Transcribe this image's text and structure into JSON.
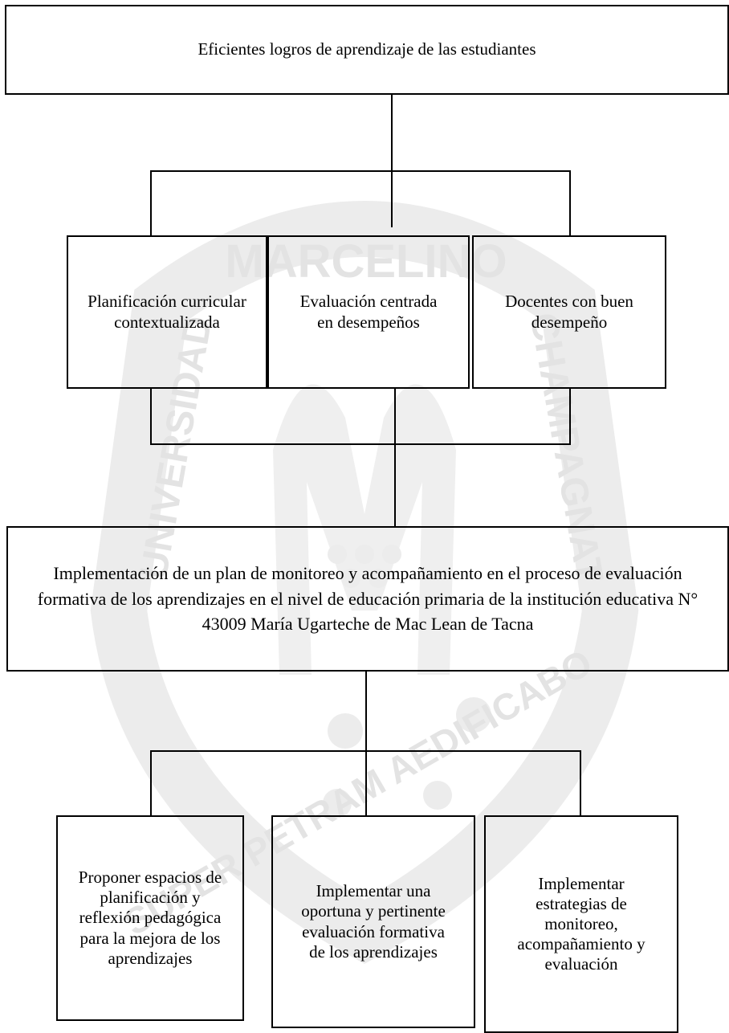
{
  "diagram": {
    "top": "Eficientes logros de aprendizaje de las estudiantes",
    "level2": [
      "Planificación curricular contextualizada",
      "Evaluación centrada en desempeños",
      "Docentes con buen desempeño"
    ],
    "center": "Implementación de un plan de monitoreo y acompañamiento en el  proceso de evaluación formativa de los aprendizajes en el nivel de educación primaria de la institución educativa N° 43009  María Ugarteche de Mac Lean de Tacna",
    "level4": [
      "Proponer espacios de planificación y reflexión pedagógica para la mejora de los aprendizajes",
      "Implementar una oportuna y pertinente evaluación formativa de los aprendizajes",
      "Implementar estrategias de monitoreo, acompañamiento y evaluación"
    ]
  },
  "watermark": {
    "text_top": "MARCELINO",
    "text_left": "UNIVERSIDAD",
    "text_right": "CHAMPAGNAT",
    "text_bottom": "SUPER PETRAM AEDIFICABO",
    "color": "#d9d9d9"
  }
}
